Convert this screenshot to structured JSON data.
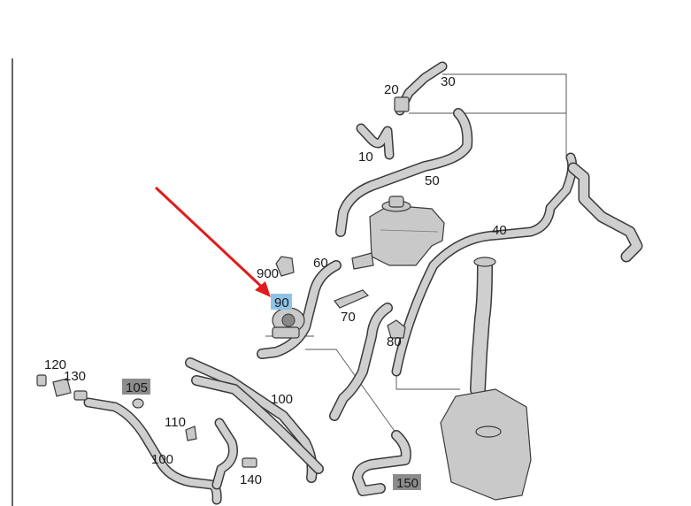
{
  "labels": {
    "l10": "10",
    "l20": "20",
    "l30": "30",
    "l40": "40",
    "l50": "50",
    "l60": "60",
    "l70": "70",
    "l80": "80",
    "l90": "90",
    "l900": "900",
    "l100a": "100",
    "l100b": "100",
    "l105": "105",
    "l110": "110",
    "l120": "120",
    "l130": "130",
    "l140": "140",
    "l150": "150"
  },
  "colors": {
    "highlight_label_bg": "#8ec3e6",
    "boxed_label_bg": "#8c8c8c",
    "arrow": "#e21b1b",
    "hose_fill": "#cfcfcf",
    "outline": "#3a3a3a"
  }
}
